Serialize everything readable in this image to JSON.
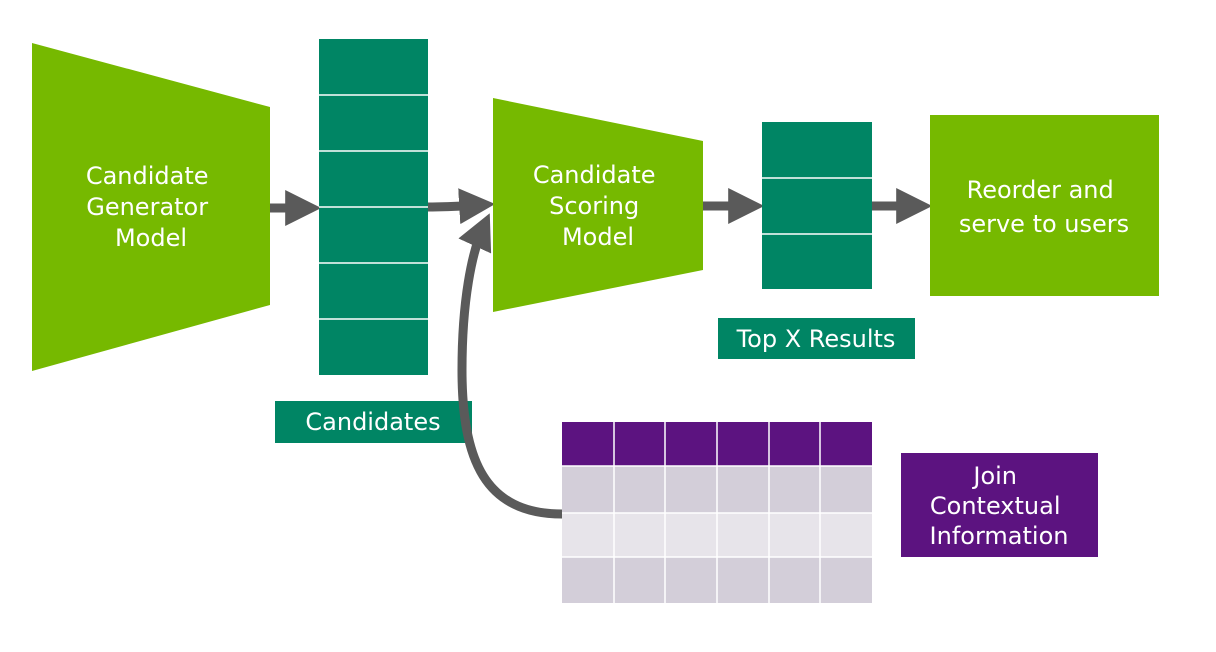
{
  "colors": {
    "green": "#76b900",
    "teal": "#008564",
    "purple": "#5c1380",
    "table_light": "#d3ced9",
    "table_lighter": "#e7e4ea",
    "arrow": "#5a5a5a",
    "cell_border": "#ffffff"
  },
  "stages": {
    "generator": {
      "lines": [
        "Candidate",
        "Generator",
        "Model"
      ]
    },
    "scoring": {
      "lines": [
        "Candidate",
        "Scoring",
        "Model"
      ]
    },
    "reorder": {
      "lines": [
        "Reorder and",
        "serve to users"
      ]
    }
  },
  "labels": {
    "candidates": "Candidates",
    "top_results": "Top X Results",
    "join": {
      "lines": [
        "Join",
        "Contextual",
        "Information"
      ]
    }
  }
}
